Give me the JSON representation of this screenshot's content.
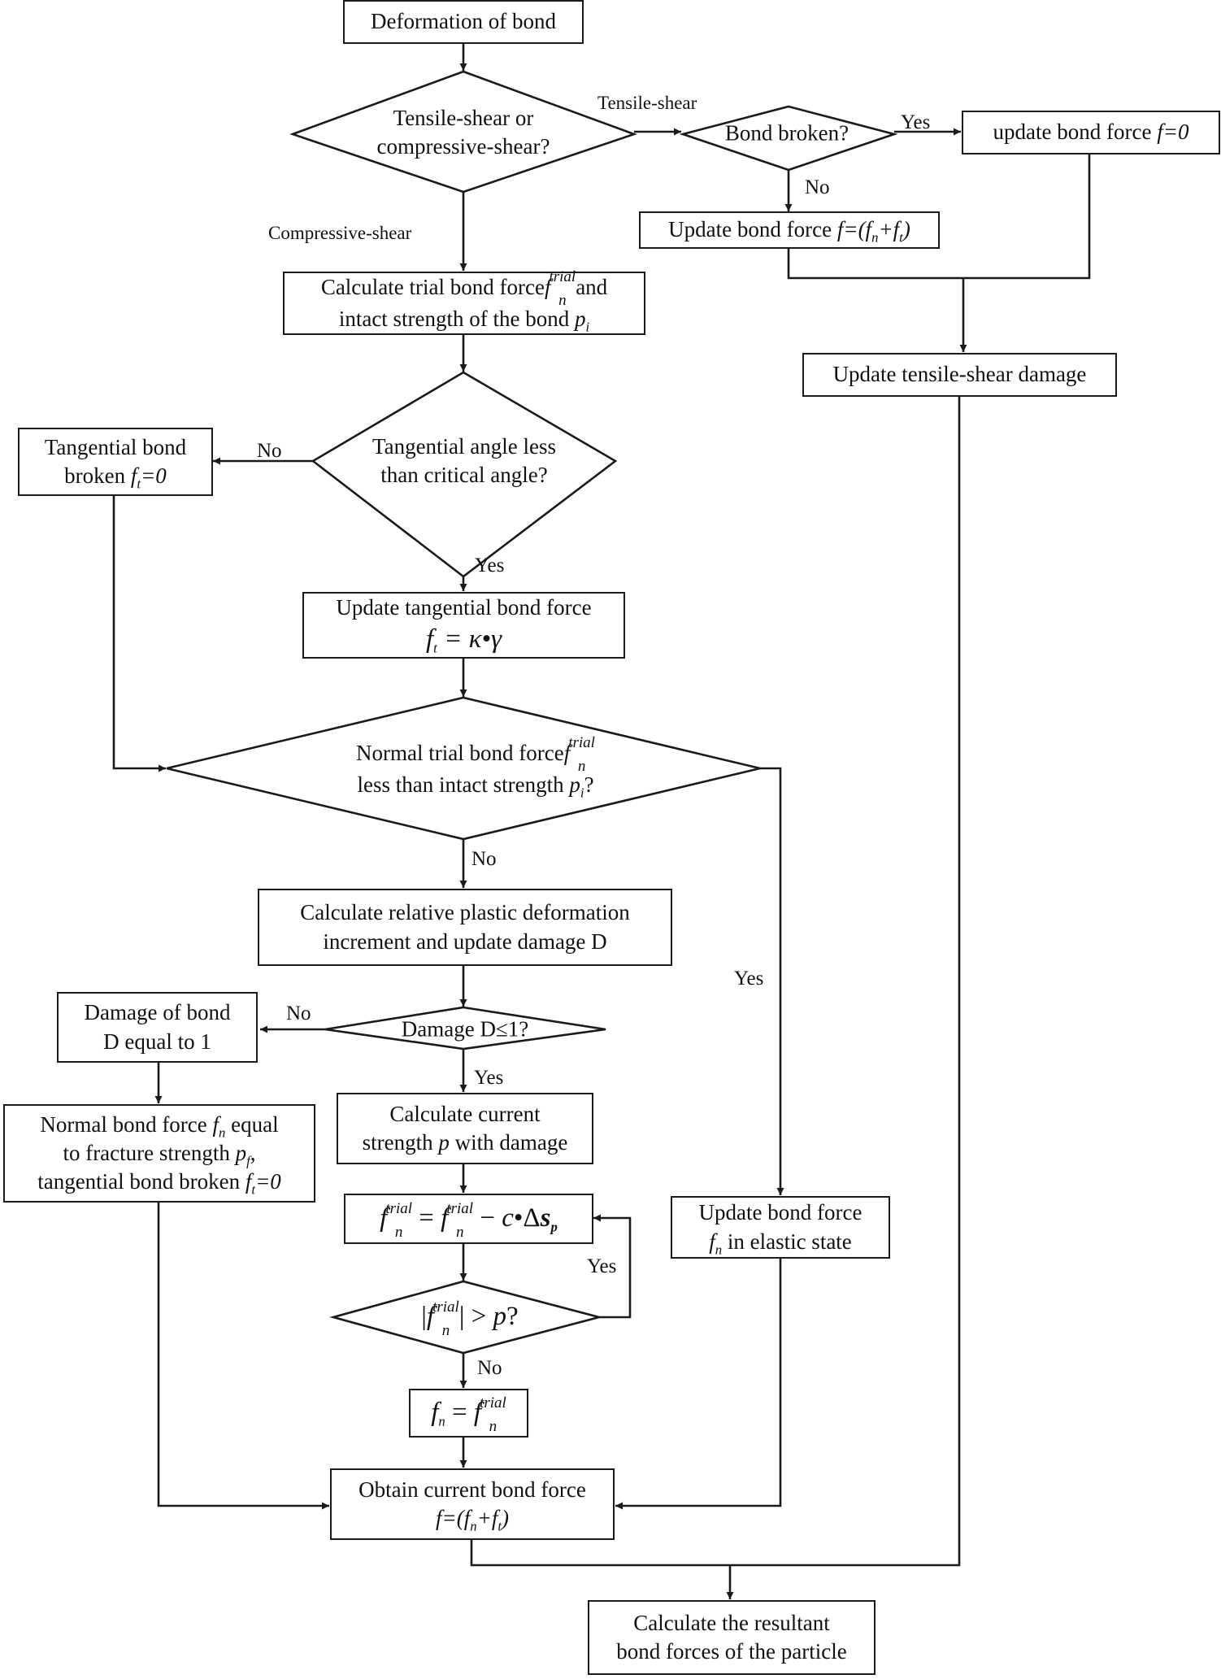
{
  "nodes": {
    "deformation": "Deformation of bond",
    "shear_type": [
      "Tensile-shear or",
      "compressive-shear?"
    ],
    "bond_broken": "Bond broken?",
    "update_zero": {
      "text": "update bond force ",
      "expr": "f=0"
    },
    "update_ft": {
      "text": "Update bond force ",
      "expr": "f=(f",
      "n": "n",
      "plus": "+f",
      "t": "t",
      "close": ")"
    },
    "calc_trial": {
      "line1": "Calculate trial bond force",
      "and": "and",
      "line2": "intact strength of the bond ",
      "p": "p",
      "i": "i"
    },
    "tensile_damage": "Update tensile-shear damage",
    "tangential_broken": {
      "line1": "Tangential bond",
      "line2": "broken ",
      "ft": "f",
      "t": "t",
      "eq": "=0"
    },
    "tangential_angle": [
      "Tangential angle less",
      "than critical angle?"
    ],
    "update_tangential": {
      "line1": "Update tangential bond force",
      "formula": "f",
      "sub": "t",
      "rhs": " = κ•γ"
    },
    "normal_trial": {
      "line1": "Normal trial bond force",
      "line2": "less than intact strength ",
      "p": "p",
      "i": "i",
      "q": "?"
    },
    "calc_plastic": [
      "Calculate relative plastic deformation",
      "increment and update  damage D"
    ],
    "damage_eq1": [
      "Damage of bond",
      "D equal to 1"
    ],
    "damage_q": "Damage D≤1?",
    "normal_fracture": {
      "l1a": "Normal bond force ",
      "l1b": "f",
      "l1c": "n",
      "l1d": " equal",
      "l2a": "to fracture strength ",
      "l2b": "p",
      "l2c": "f",
      "l2d": ",",
      "l3a": "tangential bond broken ",
      "l3b": "f",
      "l3c": "t",
      "l3d": "=0"
    },
    "calc_current": {
      "line1": "Calculate current",
      "line2a": "strength ",
      "p": "p",
      "line2b": " with damage"
    },
    "update_elastic": {
      "line1": "Update bond force",
      "fn": "f",
      "n": "n",
      "line2": " in elastic state"
    },
    "trial_update": {
      "f": "f",
      "n": "n",
      "trial": "trial",
      "eq": " = ",
      "minus": " − ",
      "c": "c",
      "dot": "•Δ",
      "s": "s",
      "p": "p"
    },
    "abs_q": {
      "gt": " > ",
      "p": "p",
      "q": "?"
    },
    "fn_eq": {
      "f": "f",
      "n": "n",
      "eq": " = ",
      "trial": "trial"
    },
    "obtain_current": {
      "line1": "Obtain current bond force",
      "expr": "f=(f",
      "n": "n",
      "plus": "+f",
      "t": "t",
      "close": ")"
    },
    "resultant": [
      "Calculate the resultant",
      "bond forces of the particle"
    ]
  },
  "edge_labels": {
    "tensile_shear": "Tensile-shear",
    "compressive_shear": "Compressive-shear",
    "yes_broken": "Yes",
    "no_broken": "No",
    "no_angle": "No",
    "yes_angle": "Yes",
    "no_normal": "No",
    "yes_normal": "Yes",
    "no_damage": "No",
    "yes_damage": "Yes",
    "yes_loop": "Yes",
    "no_loop": "No"
  },
  "colors": {
    "line": "#1a1a1a",
    "background": "#ffffff"
  }
}
